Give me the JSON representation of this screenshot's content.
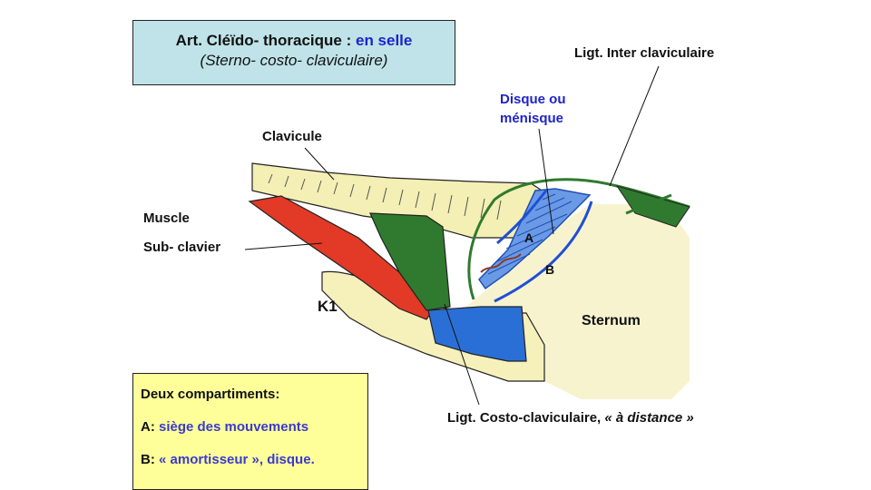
{
  "title": {
    "line1_prefix": "Art. Cléïdo- thoracique : ",
    "line1_highlight": "en selle",
    "line2": "(Sterno- costo- claviculaire)"
  },
  "labels": {
    "ligt_inter": "Ligt. Inter claviculaire",
    "disque_line1": "Disque ou",
    "disque_line2": "ménisque",
    "clavicule": "Clavicule",
    "muscle": "Muscle",
    "sub_clavier": "Sub- clavier",
    "k1": "K1",
    "a": "A",
    "b": "B",
    "sternum": "Sternum",
    "ligt_costo": "Ligt. Costo-claviculaire, ",
    "ligt_costo_em": "« à distance »"
  },
  "notes": {
    "title": "Deux compartiments:",
    "a_prefix": "A: ",
    "a_text": "siège des mouvements",
    "b_prefix": "B: ",
    "b_text": "« amortisseur », disque."
  },
  "colors": {
    "title_bg": "#bfe3e8",
    "notes_bg": "#ffff99",
    "highlight": "#1f24c8",
    "bone": "#f4efb4",
    "muscle_red": "#e23a26",
    "ligament_green": "#2f7a2f",
    "costo_blue": "#2a6fd6",
    "disc_blue": "#3b74d8"
  }
}
